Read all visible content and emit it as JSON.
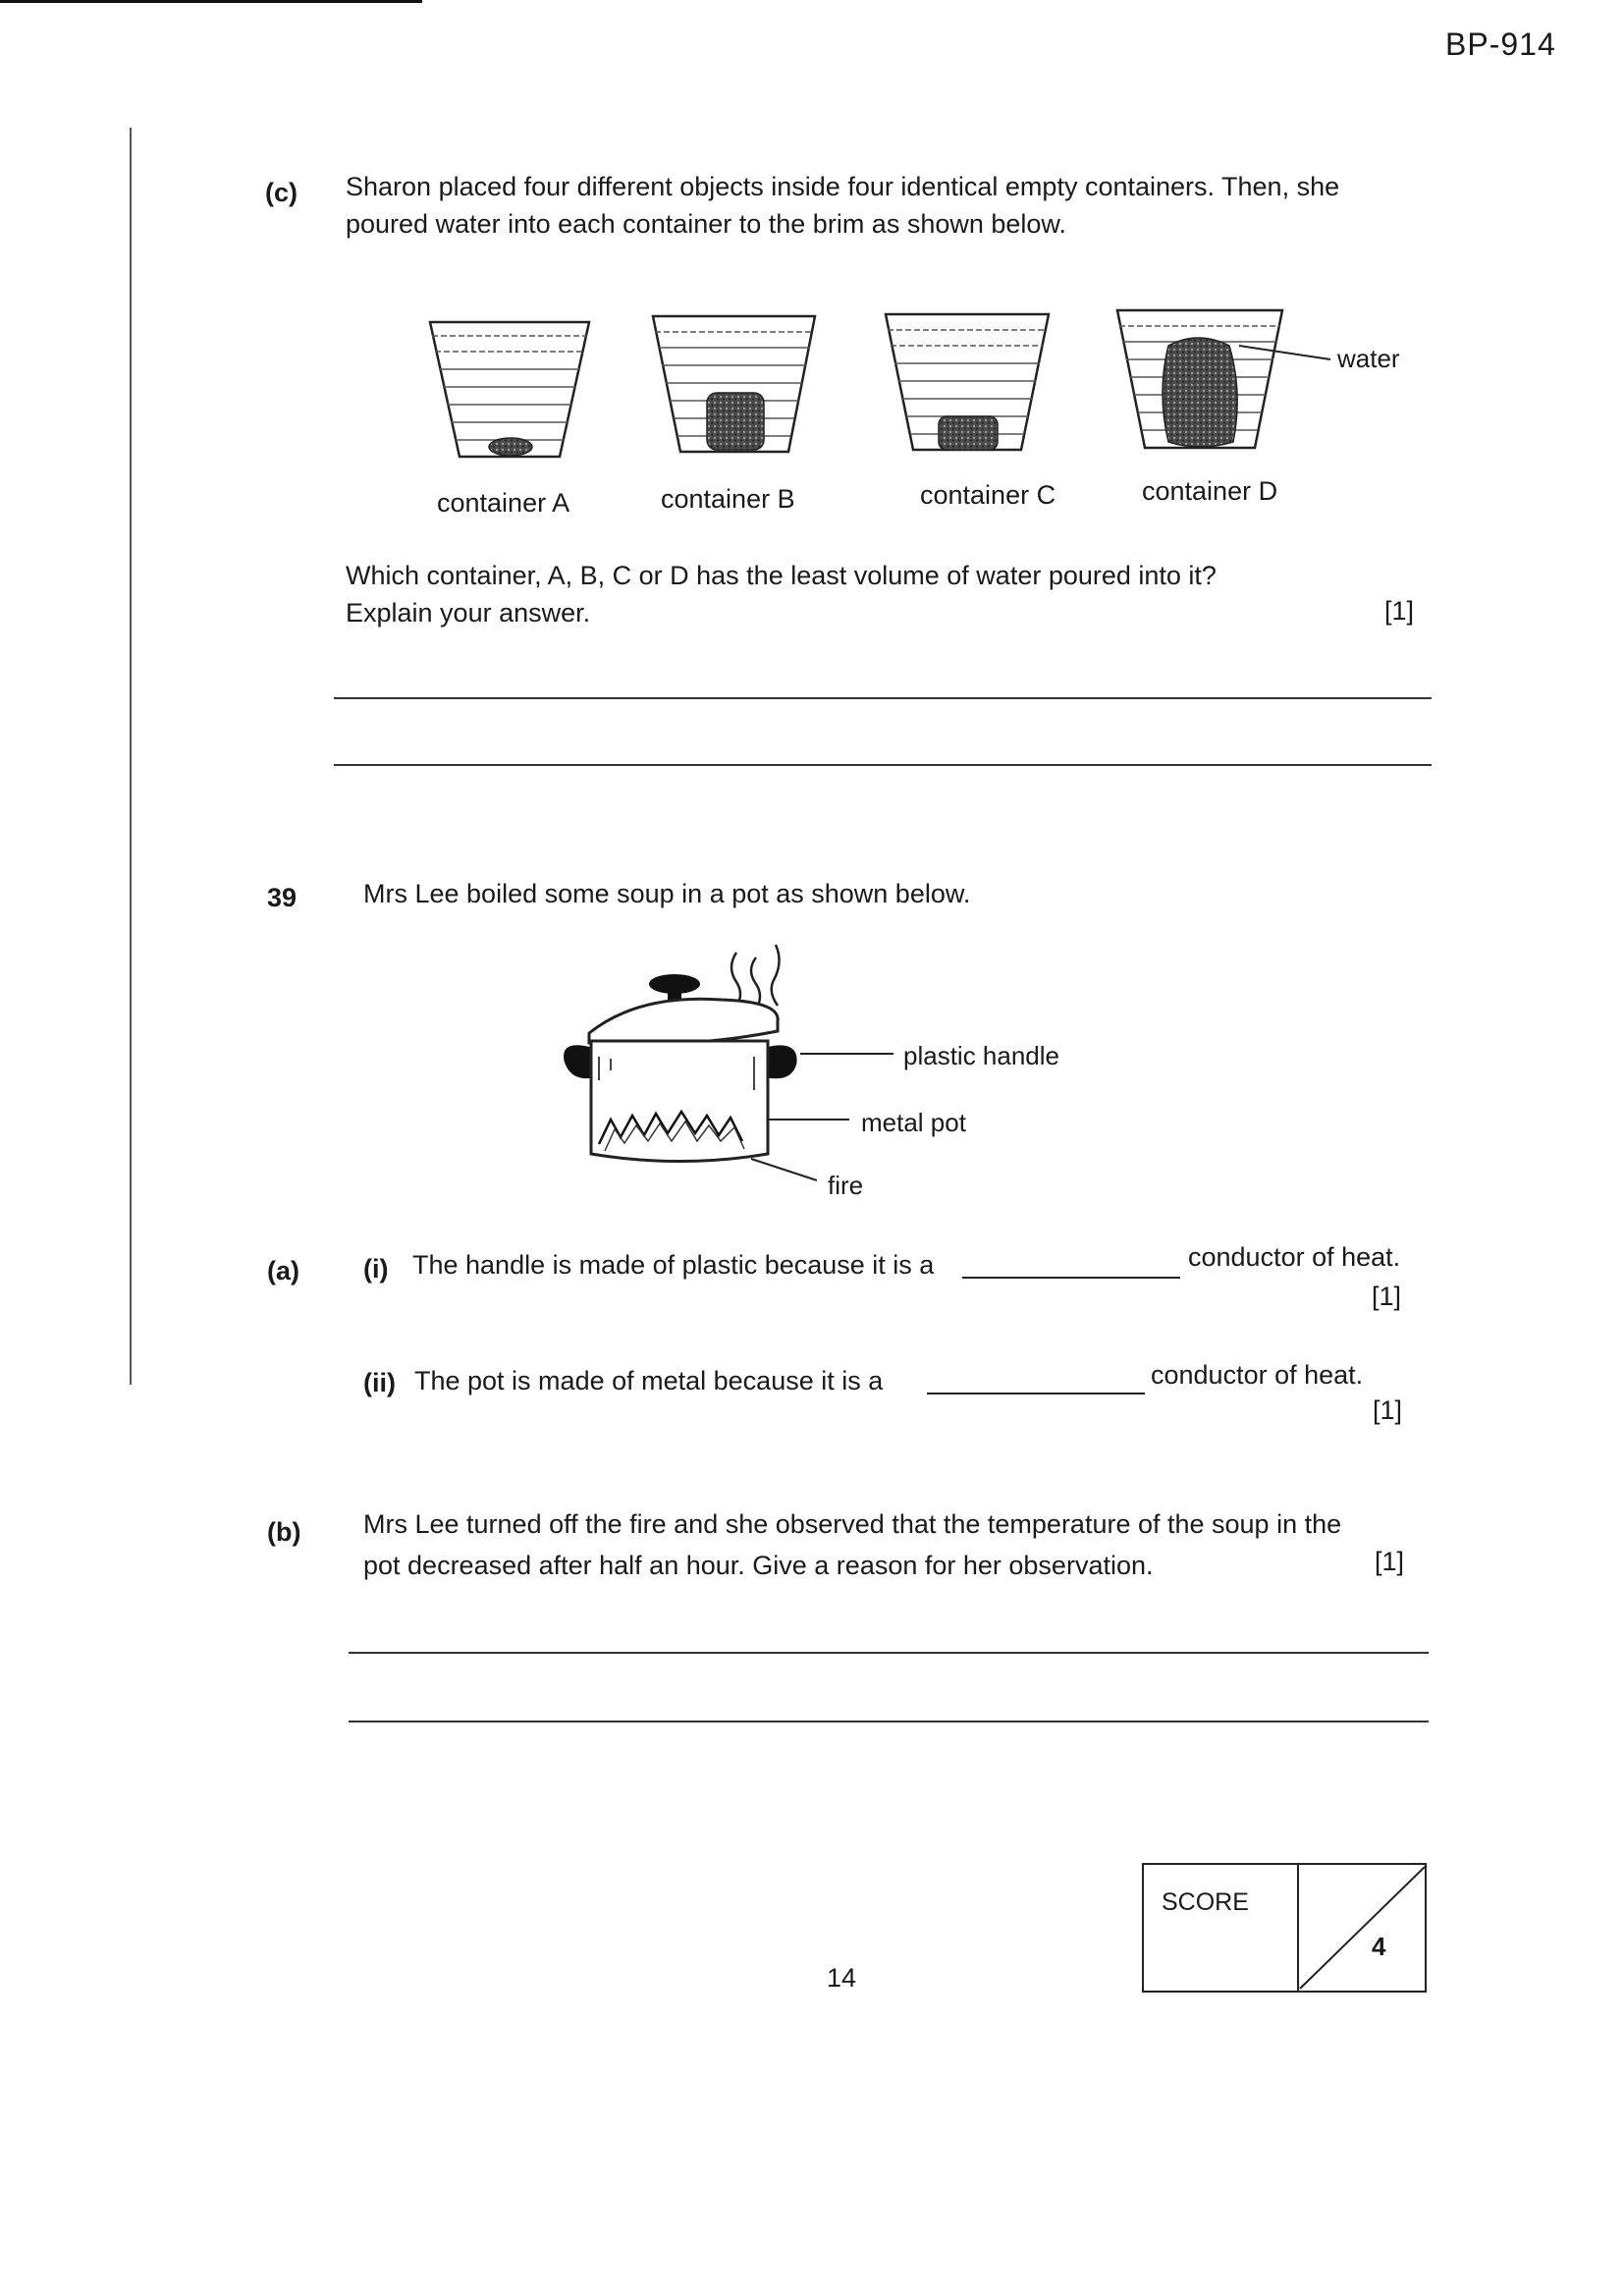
{
  "header": {
    "code": "BP-914"
  },
  "q_c": {
    "label": "(c)",
    "text_line1": "Sharon placed four different objects inside four identical empty containers. Then, she",
    "text_line2": "poured water into each container to the brim as shown below.",
    "containers": [
      "container A",
      "container B",
      "container C",
      "container D"
    ],
    "water_label": "water",
    "question_line1": "Which container, A, B, C or D has the least volume of water poured into it?",
    "question_line2": "Explain your answer.",
    "marks": "[1]"
  },
  "q39": {
    "number": "39",
    "intro": "Mrs Lee boiled some soup in a pot as shown below.",
    "labels": {
      "handle": "plastic handle",
      "pot": "metal pot",
      "fire": "fire"
    },
    "part_a": {
      "label": "(a)",
      "i_label": "(i)",
      "i_text_before": "The handle is made of plastic because it is a",
      "i_text_after": "conductor of heat.",
      "i_marks": "[1]",
      "ii_label": "(ii)",
      "ii_text_before": "The pot is made of metal because it is a",
      "ii_text_after": "conductor of heat.",
      "ii_marks": "[1]"
    },
    "part_b": {
      "label": "(b)",
      "text_line1": "Mrs Lee turned off the fire and she observed that the temperature of the soup in the",
      "text_line2": "pot decreased after half an hour. Give a reason for her observation.",
      "marks": "[1]"
    }
  },
  "footer": {
    "page_number": "14",
    "score_label": "SCORE",
    "score_total": "4"
  }
}
